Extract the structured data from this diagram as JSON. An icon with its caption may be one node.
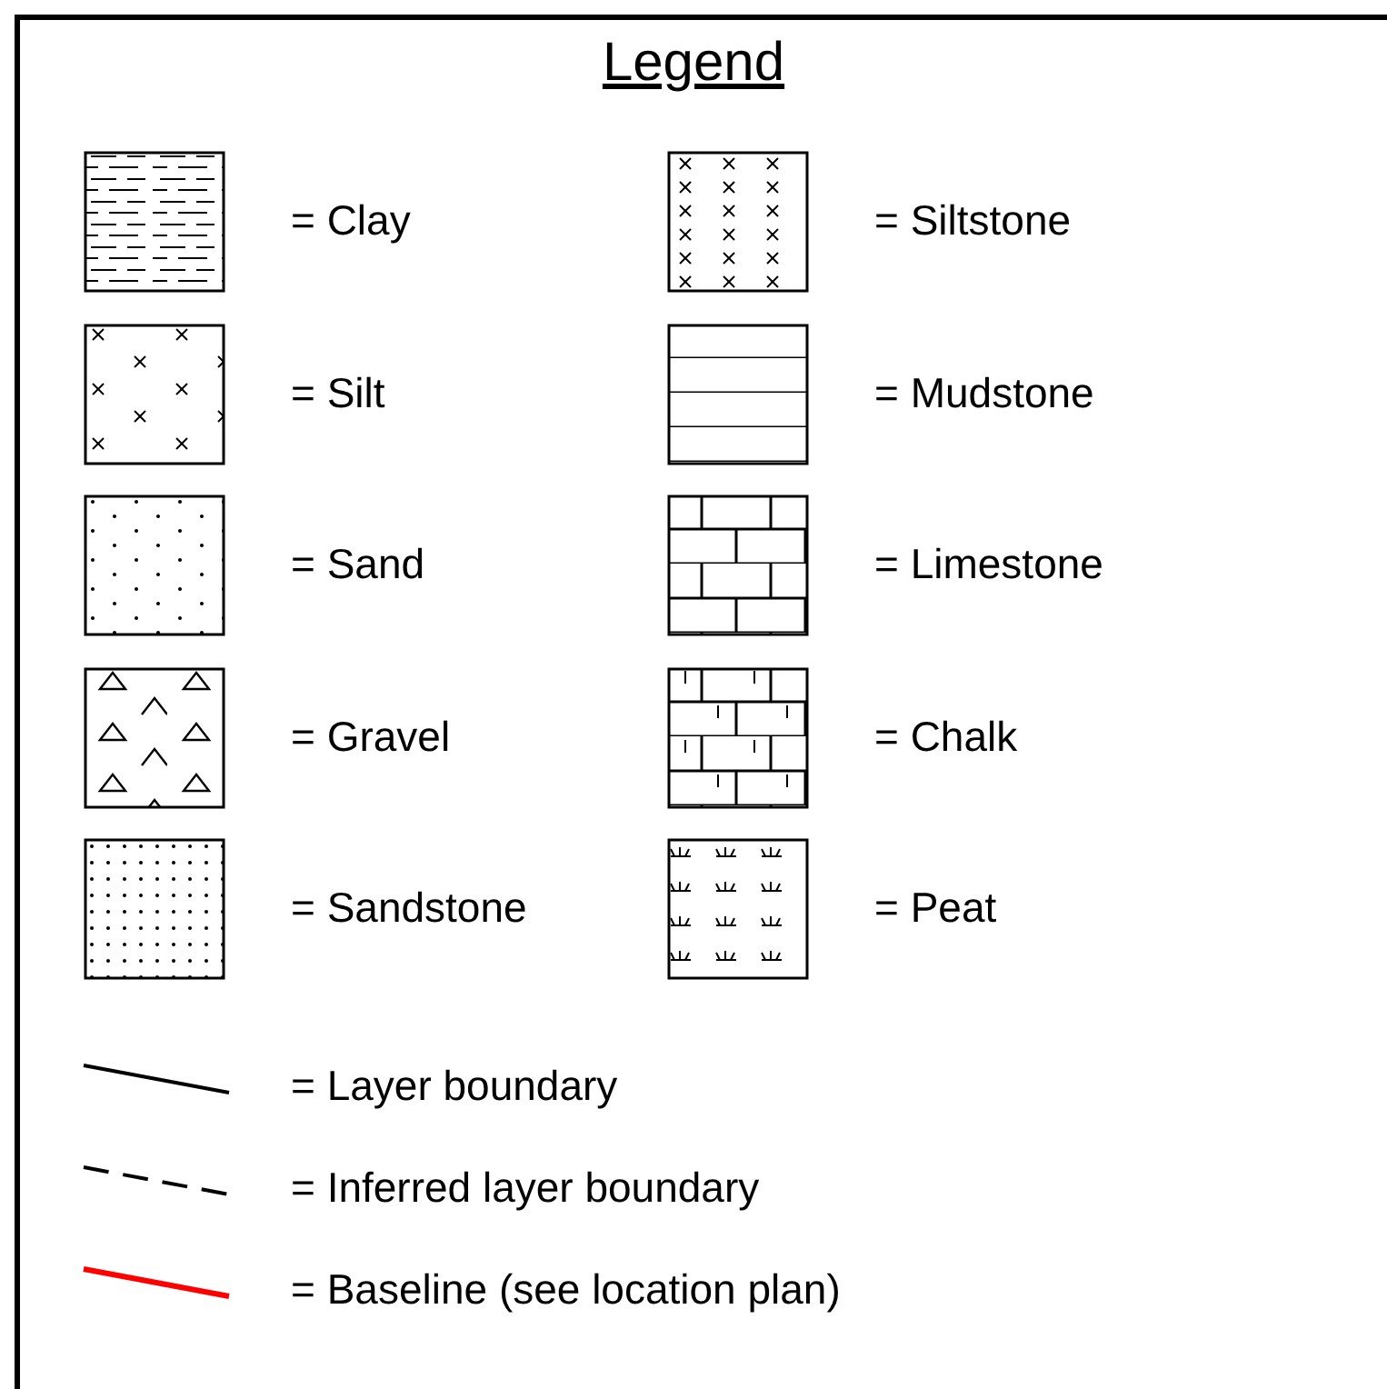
{
  "diagram": {
    "title": "Legend",
    "legend": [
      {
        "text": "= Clay"
      },
      {
        "text": "= Siltstone"
      },
      {
        "text": "= Silt"
      },
      {
        "text": "= Mudstone"
      },
      {
        "text": "= Sand"
      },
      {
        "text": "= Limestone"
      },
      {
        "text": "= Gravel"
      },
      {
        "text": "= Chalk"
      },
      {
        "text": "= Sandstone"
      },
      {
        "text": "= Peat"
      },
      {
        "text": "= Layer boundary"
      },
      {
        "text": "= Inferred layer boundary"
      },
      {
        "text": "= Baseline (see location plan)"
      }
    ]
  }
}
